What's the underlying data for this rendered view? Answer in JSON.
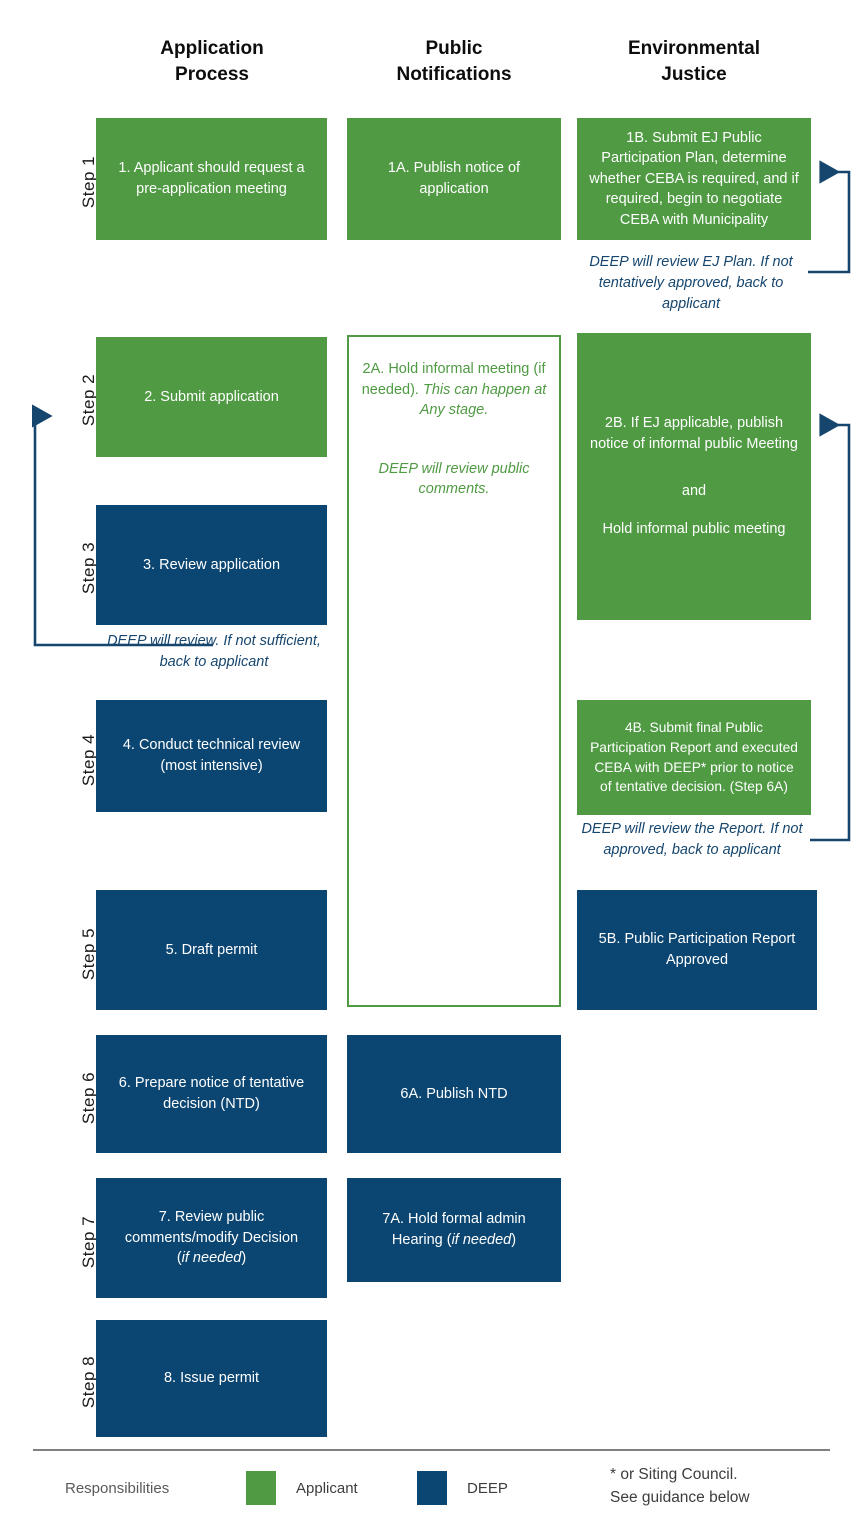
{
  "columns": [
    {
      "id": "application-process",
      "line1": "Application",
      "line2": "Process"
    },
    {
      "id": "public-notifications",
      "line1": "Public",
      "line2": "Notifications"
    },
    {
      "id": "environmental-justice",
      "line1": "Environmental",
      "line2": "Justice"
    }
  ],
  "steps": [
    {
      "label": "Step 1"
    },
    {
      "label": "Step 2"
    },
    {
      "label": "Step 3"
    },
    {
      "label": "Step 4"
    },
    {
      "label": "Step 5"
    },
    {
      "label": "Step 6"
    },
    {
      "label": "Step 7"
    },
    {
      "label": "Step 8"
    }
  ],
  "boxes": {
    "b1": {
      "text": "1. Applicant should request a pre-application meeting",
      "owner": "Applicant"
    },
    "b1a": {
      "text": "1A. Publish notice of application",
      "owner": "Applicant"
    },
    "b1b": {
      "text": "1B. Submit EJ Public Participation Plan, determine whether CEBA is required, and if required, begin to negotiate CEBA with Municipality",
      "owner": "Applicant"
    },
    "b2": {
      "text": "2. Submit application",
      "owner": "Applicant"
    },
    "b2a_top_normal": "2A. Hold informal meeting (if needed). ",
    "b2a_top_italic": "This can happen at Any stage.",
    "b2a_bottom": "DEEP will review public comments.",
    "b2b": {
      "text": "2B. If EJ applicable, publish notice of informal public Meeting",
      "mid": "and",
      "text2": "Hold informal public meeting",
      "owner": "Applicant"
    },
    "b3": {
      "text": "3. Review application",
      "owner": "DEEP"
    },
    "b4": {
      "text": "4. Conduct technical review (most intensive)",
      "owner": "DEEP"
    },
    "b4b": {
      "text": "4B. Submit final Public Participation Report and executed CEBA with DEEP* prior to notice of tentative decision. (Step 6A)",
      "owner": "Applicant"
    },
    "b5": {
      "text": "5. Draft permit",
      "owner": "DEEP"
    },
    "b5b": {
      "text": "5B. Public Participation Report Approved",
      "owner": "DEEP"
    },
    "b6": {
      "text": "6. Prepare notice of tentative decision (NTD)",
      "owner": "DEEP"
    },
    "b6a": {
      "text": "6A. Publish NTD",
      "owner": "DEEP"
    },
    "b7_line1": "7. Review public comments/modify Decision",
    "b7_line2_italic": "(if needed)",
    "b7a_normal": "7A. Hold formal admin Hearing (",
    "b7a_italic": "if needed",
    "b7a_tail": ")",
    "b8": {
      "text": "8. Issue permit",
      "owner": "DEEP"
    }
  },
  "captions": {
    "c1": "DEEP will review EJ Plan. If not tentatively approved, back to applicant",
    "c2": "DEEP will review. If not sufficient, back to applicant",
    "c3": "DEEP will review the Report. If not approved, back to applicant"
  },
  "legend": {
    "title": "Responsibilities",
    "applicant_label": "Applicant",
    "deep_label": "DEEP",
    "note_line1": "* or Siting Council.",
    "note_line2": "See guidance below",
    "applicant_color": "#4f9a43",
    "deep_color": "#0b4571"
  }
}
